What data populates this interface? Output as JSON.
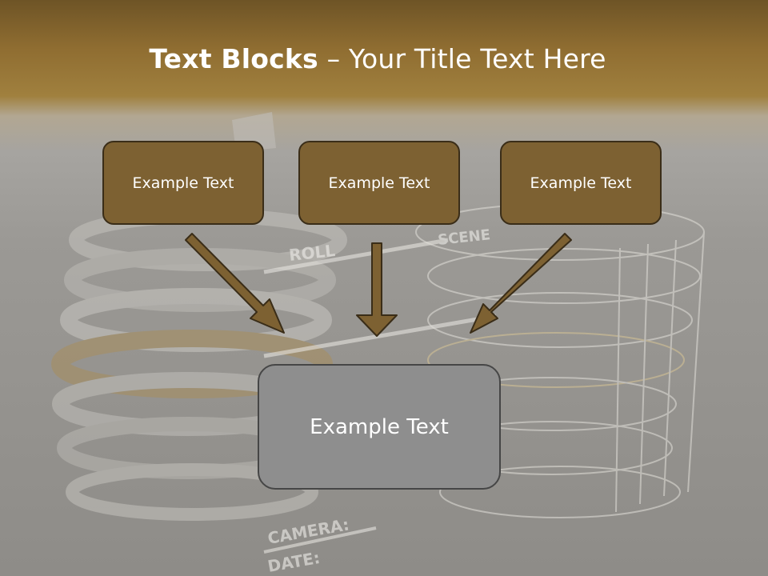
{
  "title": {
    "bold": "Text Blocks",
    "rest": " – Your Title Text Here"
  },
  "boxes": {
    "top_left": "Example Text",
    "top_middle": "Example Text",
    "top_right": "Example Text",
    "center": "Example Text"
  },
  "background_labels": {
    "roll": "ROLL",
    "scene": "SCENE",
    "camera": "CAMERA:",
    "date": "DATE:"
  },
  "colors": {
    "header_brown": "#8f6d31",
    "box_fill": "#7d6132",
    "center_fill": "#8e8e8e",
    "arrow_fill": "#7d6132"
  }
}
